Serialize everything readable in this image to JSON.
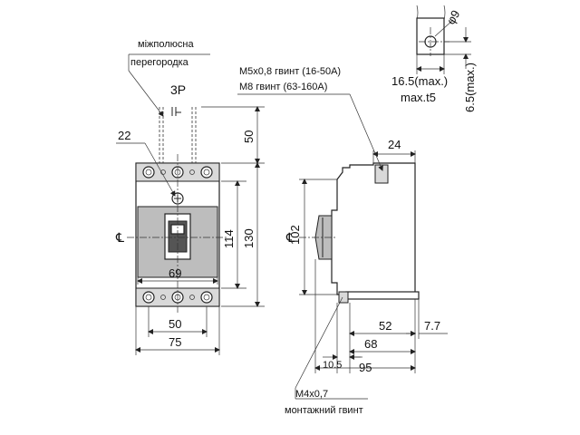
{
  "labels": {
    "pole_divider_line1": "міжполюсна",
    "pole_divider_line2": "перегородка",
    "poles": "3P",
    "screw_line1": "M5x0,8 гвинт (16-50A)",
    "screw_line2": "M8 гвинт (63-160A)",
    "mounting_line1": "M4x0,7",
    "mounting_line2": "монтажний гвинт",
    "centerline": "℄"
  },
  "dimensions": {
    "front_22": "22",
    "front_50_top": "50",
    "front_114": "114",
    "front_130": "130",
    "front_69": "69",
    "front_50_bottom": "50",
    "front_75": "75",
    "side_24": "24",
    "side_102": "102",
    "side_52": "52",
    "side_7_7": "7.7",
    "side_68": "68",
    "side_10_5": "10.5",
    "side_95": "95",
    "term_9": "φ9",
    "term_16_5": "16.5(max.)",
    "term_t5": "max.t5",
    "term_6_5": "6.5(max.)"
  }
}
